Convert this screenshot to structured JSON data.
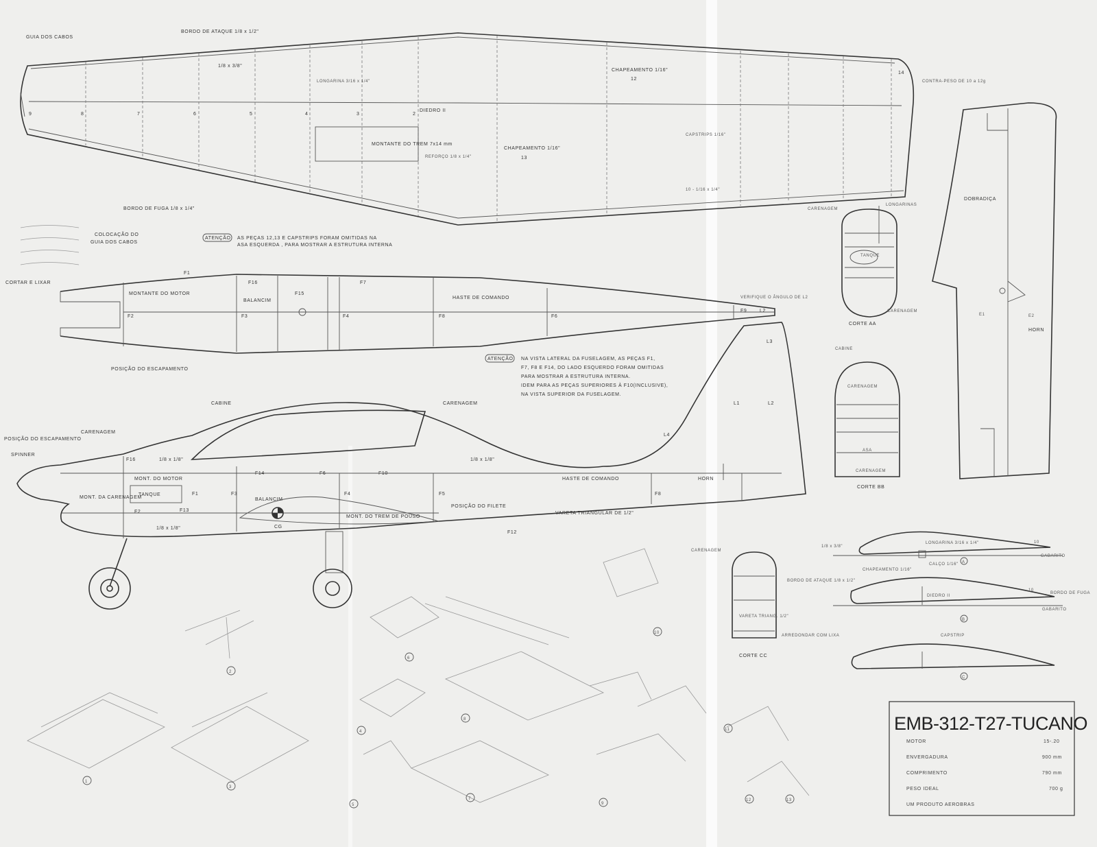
{
  "title_block": {
    "title": "EMB-312-T27-TUCANO",
    "specs": [
      {
        "label": "MOTOR",
        "value": "15-.20"
      },
      {
        "label": "ENVERGADURA",
        "value": "900 mm"
      },
      {
        "label": "COMPRIMENTO",
        "value": "790 mm"
      },
      {
        "label": "PESO IDEAL",
        "value": "700 g"
      }
    ],
    "footer": "UM PRODUTO AEROBRAS"
  },
  "wing": {
    "guia_dos_cabos": "GUIA DOS CABOS",
    "bordo_de_ataque": "BORDO DE ATAQUE 1/8 x 1/2\"",
    "longarina_top": "1/8 x 3/8\"",
    "longarina": "LONGARINA 3/16 x 1/4\"",
    "chapeamento_12": "CHAPEAMENTO 1/16\"",
    "num_12": "12",
    "chapeamento_13": "CHAPEAMENTO 1/16\"",
    "num_13": "13",
    "diedro": "DIEDRO II",
    "montante": "MONTANTE DO TREM 7x14 mm",
    "reforco": "REFORÇO 1/8 x 1/4\"",
    "capstrips": "CAPSTRIPS 1/16\"",
    "contra_peso": "CONTRA-PESO DE 10 a 12g",
    "bordo_de_fuga": "BORDO DE FUGA 1/8 x 1/4\"",
    "bordo_de_fuga_right": "10 - 1/16 x 1/4\"",
    "ribs": [
      "9",
      "8",
      "7",
      "6",
      "5",
      "4",
      "3",
      "2",
      "14"
    ]
  },
  "guide_note": {
    "colocacao": "COLOCAÇÃO DO",
    "guia": "GUIA DOS CABOS"
  },
  "notes": {
    "atencao": "ATENÇÃO",
    "wing_note_1": "AS PEÇAS 12,13 E CAPSTRIPS FORAM OMITIDAS NA",
    "wing_note_2": "ASA ESQUERDA , PARA MOSTRAR A ESTRUTURA INTERNA",
    "fus_note_1": "NA VISTA LATERAL DA FUSELAGEM, AS PEÇAS F1,",
    "fus_note_2": "F7, F8 E F14, DO LADO ESQUERDO FORAM OMITIDAS",
    "fus_note_3": "PARA MOSTRAR A ESTRUTURA INTERNA.",
    "fus_note_4": "IDEM PARA AS PEÇAS SUPERIORES À F10(INCLUSIVE),",
    "fus_note_5": "NA VISTA SUPERIOR DA FUSELAGEM."
  },
  "top_view": {
    "cortar": "CORTAR E LIXAR",
    "montante_motor": "MONTANTE DO MOTOR",
    "balancim": "BALANCIM",
    "haste": "HASTE DE COMANDO",
    "posicao_escapamento": "POSIÇÃO DO ESCAPAMENTO",
    "verifique": "VERIFIQUE O ÂNGULO DE L2",
    "f_labels": [
      "F1",
      "F2",
      "F3",
      "F15",
      "F16",
      "F4",
      "F7",
      "F8",
      "F6",
      "F9",
      "L2"
    ]
  },
  "side_view": {
    "spinner": "SPINNER",
    "posicao_escapamento": "POSIÇÃO DO ESCAPAMENTO",
    "carenagem": "CARENAGEM",
    "cabine": "CABINE",
    "carenagem2": "CARENAGEM",
    "mont_motor": "MONT. DO MOTOR",
    "mont_carenagem": "MONT. DA CARENAGEM",
    "tanque": "TANQUE",
    "balancim": "BALANCIM",
    "haste": "HASTE DE COMANDO",
    "filete": "POSIÇÃO DO FILETE",
    "vareta": "VARETA TRIANGULAR DE 1/2\"",
    "mont_trem": "MONT. DO TREM DE POUSO",
    "cg": "CG",
    "horn": "HORN",
    "strip1": "1/8 x 1/8\"",
    "strip2": "1/8 x 1/8\"",
    "strip3": "1/8 x 1/8\"",
    "f_labels": [
      "F16",
      "F1",
      "F13",
      "F2",
      "F3",
      "F14",
      "F6",
      "F4",
      "F10",
      "F5",
      "F8",
      "F12",
      "L1",
      "L2",
      "L3",
      "L4"
    ]
  },
  "fin": {
    "dobradica": "DOBRADIÇA",
    "horn": "HORN",
    "e1": "E1",
    "e2": "E2"
  },
  "sections": {
    "corte_aa": "CORTE AA",
    "corte_bb": "CORTE BB",
    "corte_cc": "CORTE CC",
    "carenagem": "CARENAGEM",
    "longarinas": "LONGARINAS",
    "tanque": "TANQUE",
    "cabine": "CABINE",
    "asa": "ASA",
    "arredondar": "ARREDONDAR COM LIXA",
    "vareta": "VARETA TRIANG. 1/2\""
  },
  "airfoils": {
    "a_lead": "1/8 x 3/8\"",
    "a_longarina": "LONGARINA 3/16 x 1/4\"",
    "a_calco": "CALÇO 1/16\"",
    "gabarito": "GABARITO",
    "chapeamento": "CHAPEAMENTO 1/16\"",
    "bordo_ataque": "BORDO DE ATAQUE 1/8 x 1/2\"",
    "diedro": "DIEDRO II",
    "bordo_fuga": "BORDO DE FUGA",
    "capstrip": "CAPSTRIP",
    "rib": "10",
    "marks": [
      "A",
      "B",
      "C"
    ]
  },
  "assembly_steps": [
    "1",
    "2",
    "3",
    "4",
    "5",
    "6",
    "7",
    "8",
    "9",
    "10",
    "11",
    "12",
    "13"
  ]
}
